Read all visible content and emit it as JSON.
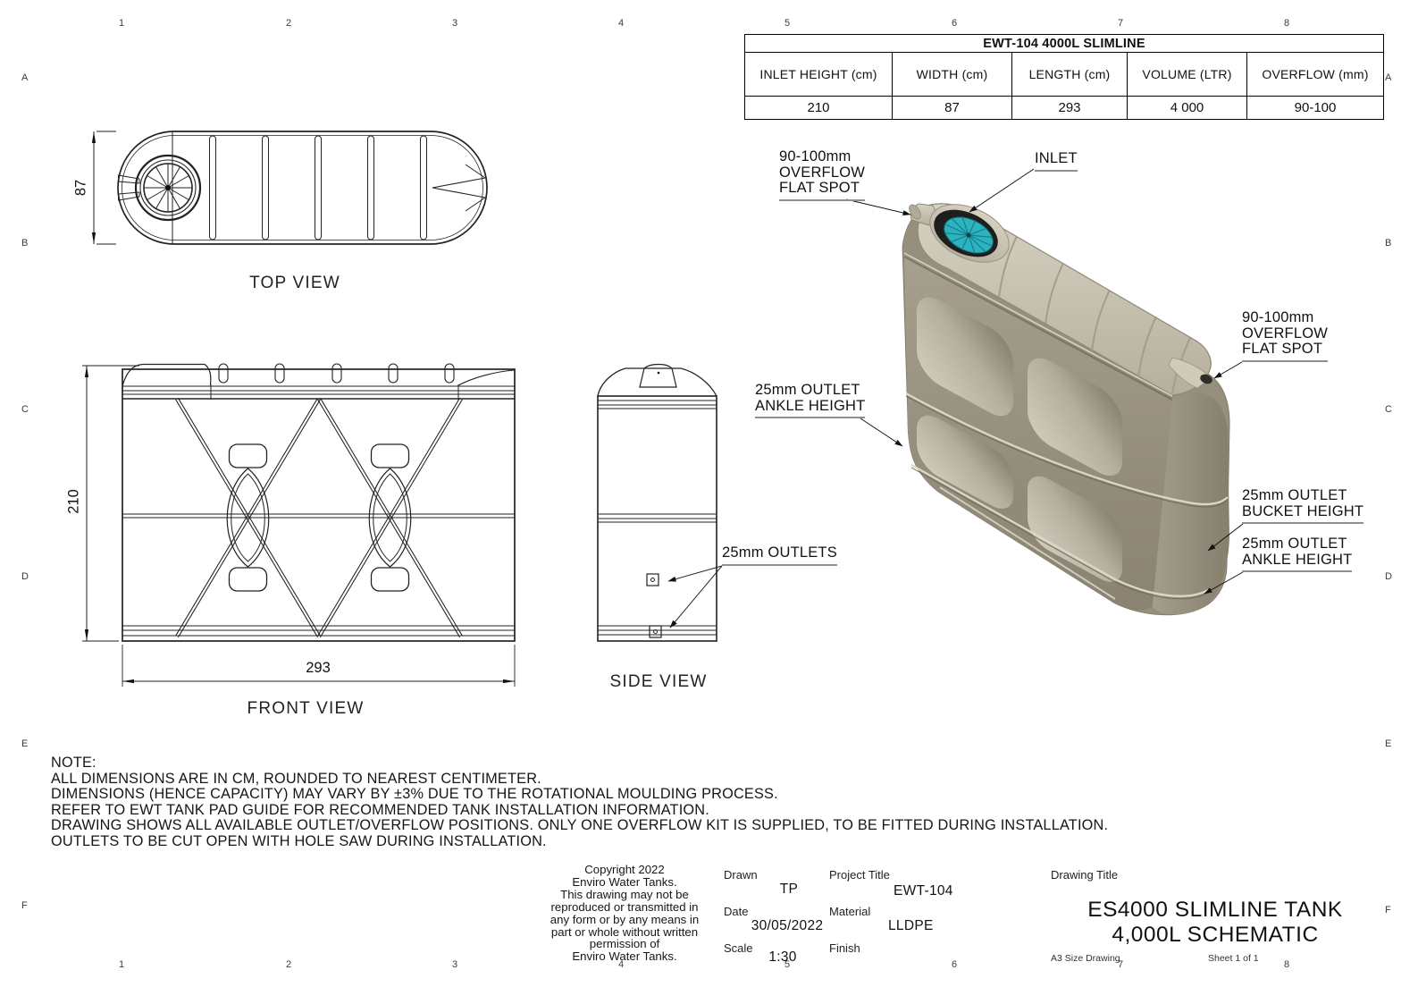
{
  "border": {
    "cols": [
      "1",
      "2",
      "3",
      "4",
      "5",
      "6",
      "7",
      "8"
    ],
    "rows": [
      "A",
      "B",
      "C",
      "D",
      "E",
      "F"
    ]
  },
  "spec_table": {
    "title": "EWT-104 4000L SLIMLINE",
    "headers": [
      "INLET HEIGHT (cm)",
      "WIDTH (cm)",
      "LENGTH (cm)",
      "VOLUME (LTR)",
      "OVERFLOW (mm)"
    ],
    "values": [
      "210",
      "87",
      "293",
      "4 000",
      "90-100"
    ]
  },
  "views": {
    "top": {
      "label": "TOP VIEW",
      "dim_width": "87"
    },
    "front": {
      "label": "FRONT VIEW",
      "dim_height": "210",
      "dim_length": "293"
    },
    "side": {
      "label": "SIDE VIEW",
      "outlets_callout": "25mm OUTLETS"
    }
  },
  "iso": {
    "callouts": {
      "overflow_left": [
        "90-100mm",
        "OVERFLOW",
        "FLAT SPOT"
      ],
      "inlet": "INLET",
      "overflow_right": [
        "90-100mm",
        "OVERFLOW",
        "FLAT SPOT"
      ],
      "outlet_ankle_left": [
        "25mm OUTLET",
        "ANKLE HEIGHT"
      ],
      "outlet_bucket": [
        "25mm OUTLET",
        "BUCKET HEIGHT"
      ],
      "outlet_ankle_right": [
        "25mm OUTLET",
        "ANKLE HEIGHT"
      ]
    },
    "colors": {
      "body_beige": "#9b9483",
      "top_light": "#c9c4b3",
      "recess_light": "#d2cdbd",
      "inlet_teal": "#2db3c0",
      "inlet_ring_black": "#1e1e1c"
    }
  },
  "notes": {
    "heading": "NOTE:",
    "lines": [
      "ALL DIMENSIONS ARE IN CM, ROUNDED TO NEAREST CENTIMETER.",
      "DIMENSIONS (HENCE CAPACITY) MAY VARY BY ±3% DUE TO THE ROTATIONAL MOULDING PROCESS.",
      "REFER TO EWT TANK PAD GUIDE FOR RECOMMENDED TANK INSTALLATION INFORMATION.",
      "DRAWING SHOWS ALL AVAILABLE OUTLET/OVERFLOW POSITIONS. ONLY ONE OVERFLOW KIT IS SUPPLIED, TO BE FITTED DURING INSTALLATION.",
      "OUTLETS TO BE CUT OPEN WITH HOLE SAW DURING INSTALLATION."
    ]
  },
  "title_block": {
    "copyright_lines": [
      "Copyright 2022",
      "Enviro Water Tanks.",
      "This drawing may not be",
      "reproduced or transmitted in",
      "any form or by any means in",
      "part or whole without written",
      "permission of",
      "Enviro Water Tanks."
    ],
    "drawn_label": "Drawn",
    "drawn_value": "TP",
    "date_label": "Date",
    "date_value": "30/05/2022",
    "scale_label": "Scale",
    "scale_value": "1:30",
    "project_title_label": "Project Title",
    "project_title_value": "EWT-104",
    "material_label": "Material",
    "material_value": "LLDPE",
    "finish_label": "Finish",
    "finish_value": "",
    "drawing_title_label": "Drawing Title",
    "drawing_title_lines": [
      "ES4000 SLIMLINE TANK",
      "4,000L SCHEMATIC"
    ],
    "size_note": "A3 Size Drawing",
    "sheet_note": "Sheet 1 of 1"
  }
}
